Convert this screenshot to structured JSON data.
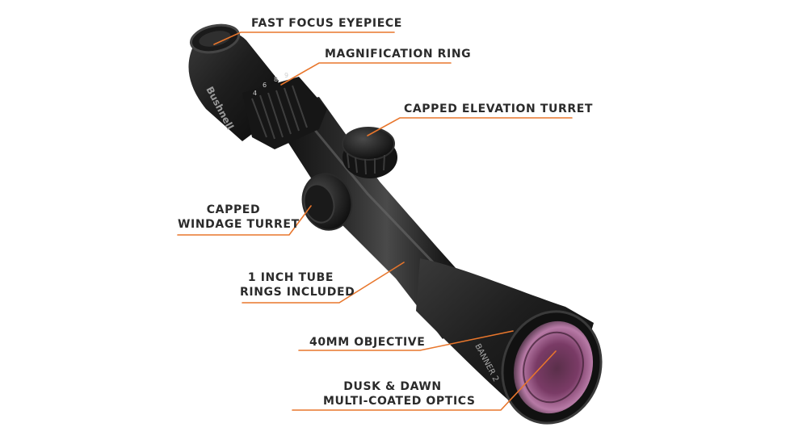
{
  "accent_color": "#e8762c",
  "scope": {
    "brand_mark": "Bushnell",
    "model_mark": "BANNER 2",
    "diopter_marks": [
      "4",
      "6",
      "8",
      "9"
    ]
  },
  "callouts": [
    {
      "id": "eyepiece",
      "lines": [
        "FAST FOCUS EYEPIECE"
      ]
    },
    {
      "id": "magnification",
      "lines": [
        "MAGNIFICATION RING"
      ]
    },
    {
      "id": "elevation",
      "lines": [
        "CAPPED ELEVATION TURRET"
      ]
    },
    {
      "id": "windage",
      "lines": [
        "CAPPED",
        "WINDAGE TURRET"
      ]
    },
    {
      "id": "tube",
      "lines": [
        "1 INCH TUBE",
        "RINGS INCLUDED"
      ]
    },
    {
      "id": "objective",
      "lines": [
        "40MM OBJECTIVE"
      ]
    },
    {
      "id": "optics",
      "lines": [
        "DUSK & DAWN",
        "MULTI-COATED OPTICS"
      ]
    }
  ]
}
